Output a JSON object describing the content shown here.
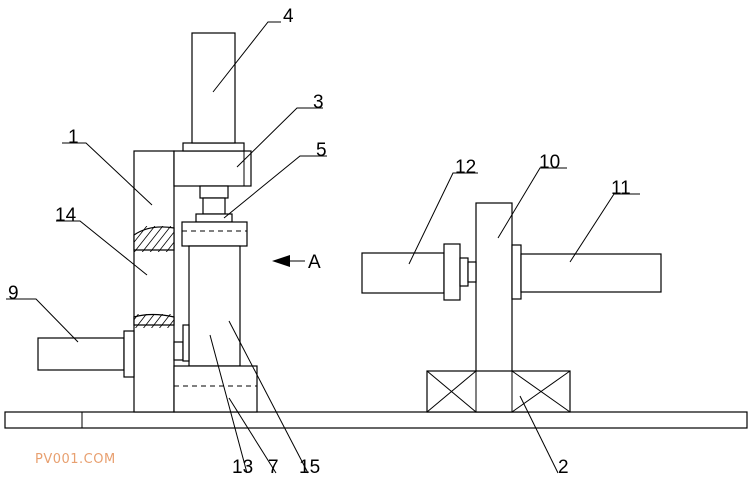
{
  "labels": {
    "l1": "1",
    "l2": "2",
    "l3": "3",
    "l4": "4",
    "l5": "5",
    "l7": "7",
    "l9": "9",
    "l10": "10",
    "l11": "11",
    "l12": "12",
    "l13": "13",
    "l14": "14",
    "l15": "15"
  },
  "direction_label": "A",
  "watermark": "PV001.COM"
}
